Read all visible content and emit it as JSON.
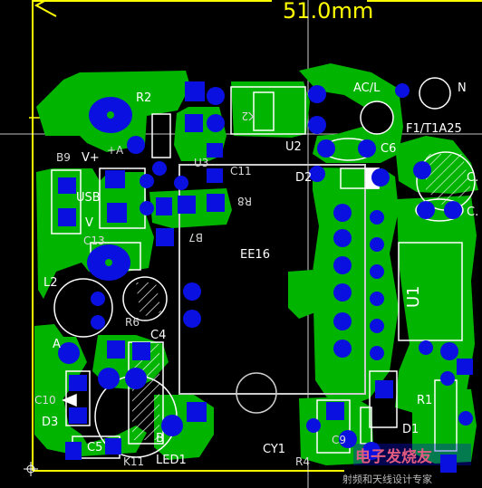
{
  "dimension": {
    "text": "51.0mm"
  },
  "transformer": {
    "label": "EE16"
  },
  "labels": {
    "r2": "R2",
    "ac_l": "AC/L",
    "ac_n": "N",
    "k2": "K2",
    "f1": "F1/T1A25",
    "u2": "U2",
    "c6": "C6",
    "c11": "C11",
    "d2": "D2",
    "b9": "B9",
    "vplus": "V+",
    "plus": "+A",
    "u3": "U3",
    "usb": "USB",
    "v": "V",
    "r8": "R8",
    "c_right1": "C.",
    "c_right2": "C.",
    "c13": "C13",
    "b7": "B7",
    "l2": "L2",
    "u1": "U1",
    "r6": "R6",
    "c4": "C4",
    "a": "A",
    "c10": "C10",
    "r1": "R1",
    "d3": "D3",
    "d1": "D1",
    "b": "B",
    "cy1": "CY1",
    "c5": "C5",
    "k11": "K11",
    "led1": "LED1",
    "r4": "R4",
    "c9": "C9"
  },
  "watermark": {
    "main": "电子发烧友",
    "sub": "射频和天线设计专家"
  },
  "colors": {
    "board": "#000000",
    "copper": "#00b400",
    "pad": "#0a10e0",
    "silk": "#ffffff",
    "outline": "#ffff00"
  }
}
